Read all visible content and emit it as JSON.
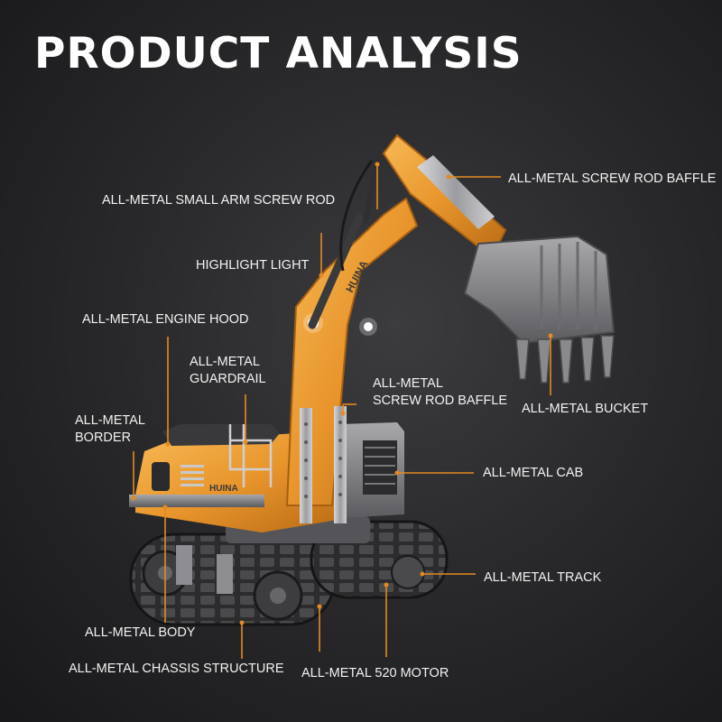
{
  "title": "PRODUCT ANALYSIS",
  "colors": {
    "accent": "#e58a20",
    "background": "#2b2b2d",
    "text": "#ffffff"
  },
  "labels": {
    "screw_rod_baffle_top": "ALL-METAL SCREW ROD BAFFLE",
    "small_arm_screw_rod": "ALL-METAL SMALL ARM SCREW ROD",
    "highlight_light": "HIGHLIGHT LIGHT",
    "engine_hood": "ALL-METAL ENGINE HOOD",
    "guardrail_line1": "ALL-METAL",
    "guardrail_line2": "GUARDRAIL",
    "screw_rod_baffle_mid_line1": "ALL-METAL",
    "screw_rod_baffle_mid_line2": "SCREW ROD BAFFLE",
    "bucket": "ALL-METAL BUCKET",
    "border_line1": "ALL-METAL",
    "border_line2": "BORDER",
    "cab": "ALL-METAL CAB",
    "track": "ALL-METAL TRACK",
    "body": "ALL-METAL BODY",
    "chassis": "ALL-METAL CHASSIS STRUCTURE",
    "motor": "ALL-METAL 520 MOTOR"
  },
  "model_markings": {
    "brand": "HUINA"
  }
}
